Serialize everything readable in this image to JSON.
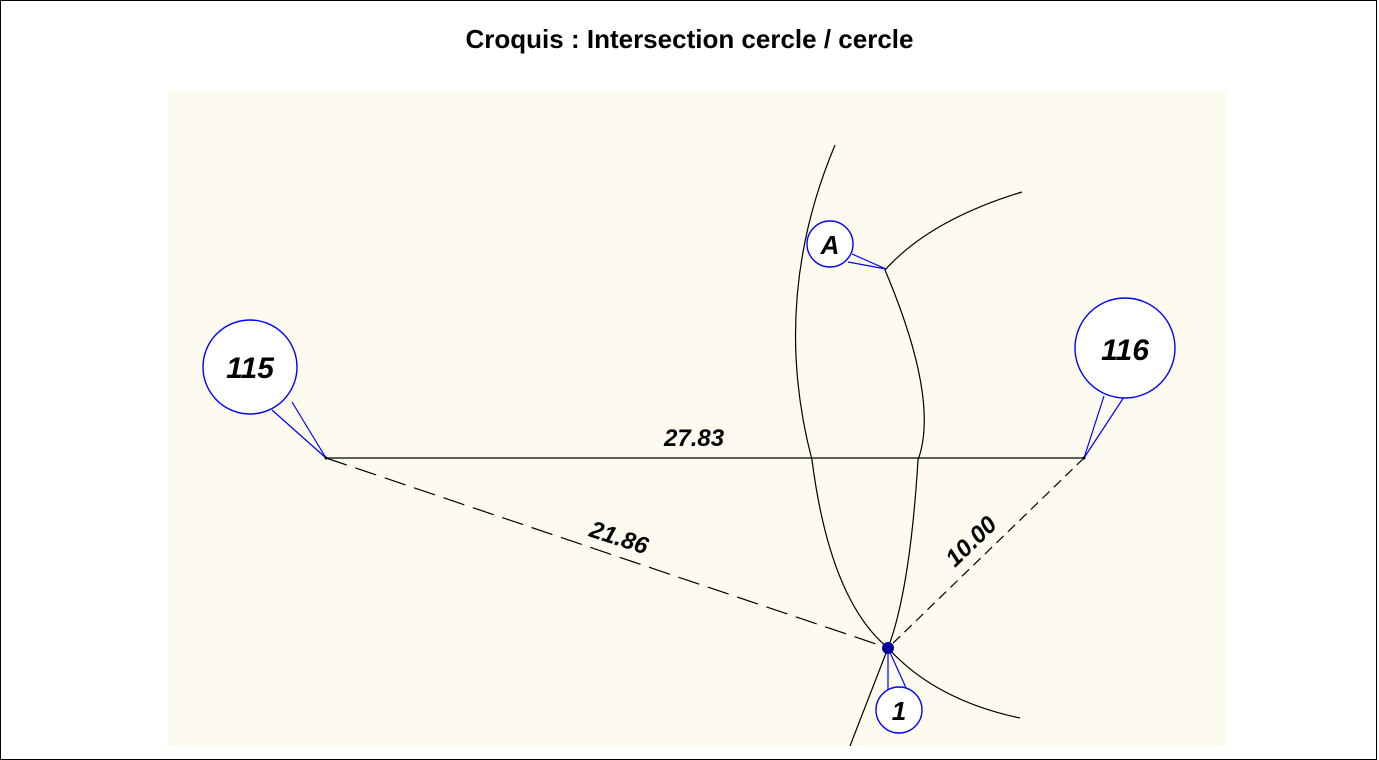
{
  "title": "Croquis : Intersection cercle / cercle",
  "colors": {
    "background": "#fdfaf0",
    "line": "#000000",
    "callout": "#0000ff",
    "point": "#000099"
  },
  "points": [
    {
      "id": "115",
      "label": "115"
    },
    {
      "id": "116",
      "label": "116"
    },
    {
      "id": "1",
      "label": "1"
    },
    {
      "id": "A",
      "label": "A"
    }
  ],
  "distances": {
    "d_115_116": "27.83",
    "d_115_1": "21.86",
    "d_116_1": "10.00"
  }
}
